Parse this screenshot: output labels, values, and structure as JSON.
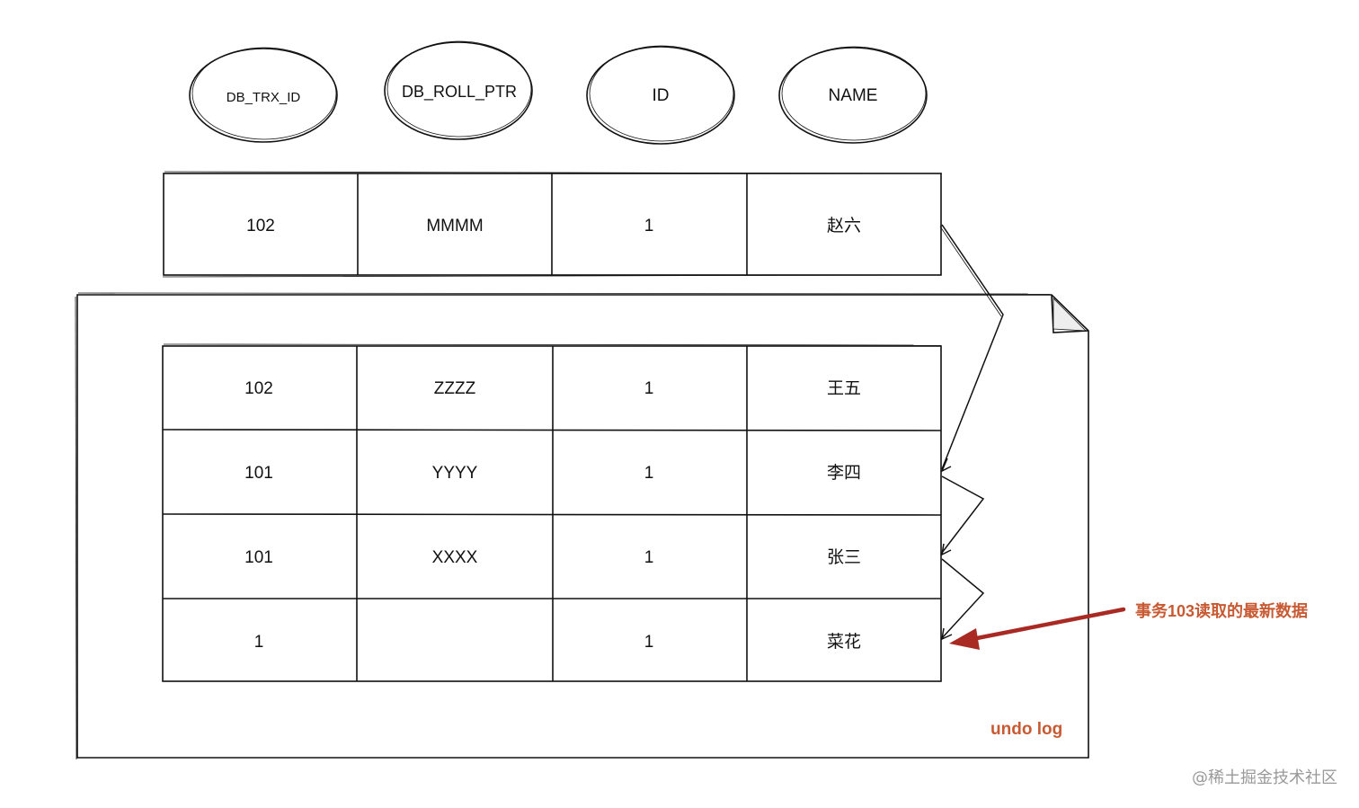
{
  "headers": [
    "DB_TRX_ID",
    "DB_ROLL_PTR",
    "ID",
    "NAME"
  ],
  "current_row": [
    "102",
    "MMMM",
    "1",
    "赵六"
  ],
  "undo_rows": [
    [
      "102",
      "ZZZZ",
      "1",
      "王五"
    ],
    [
      "101",
      "YYYY",
      "1",
      "李四"
    ],
    [
      "101",
      "XXXX",
      "1",
      "张三"
    ],
    [
      "1",
      "",
      "1",
      "菜花"
    ]
  ],
  "undo_log_label": "undo log",
  "annotation": "事务103读取的最新数据",
  "watermark": "@稀土掘金技术社区",
  "colors": {
    "accent": "#c85a33",
    "arrow": "#a82a22",
    "ink": "#111111",
    "watermark": "#999999"
  }
}
